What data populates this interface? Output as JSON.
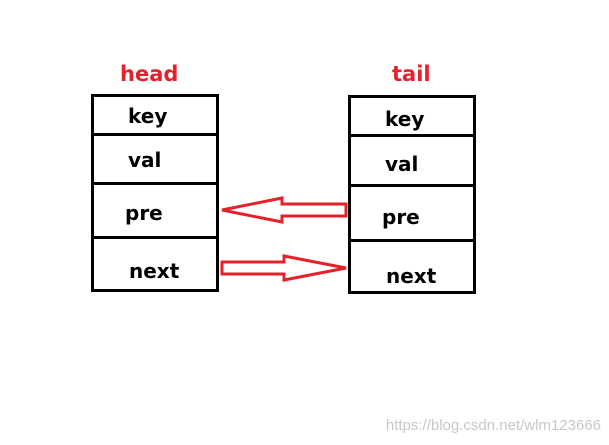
{
  "nodes": {
    "head": {
      "title": "head",
      "fields": [
        "key",
        "val",
        "pre",
        "next"
      ]
    },
    "tail": {
      "title": "tail",
      "fields": [
        "key",
        "val",
        "pre",
        "next"
      ]
    }
  },
  "watermark": "https://blog.csdn.net/wlm123666",
  "colors": {
    "title": "#e52129",
    "arrow": "#e52129",
    "border": "#000000"
  }
}
